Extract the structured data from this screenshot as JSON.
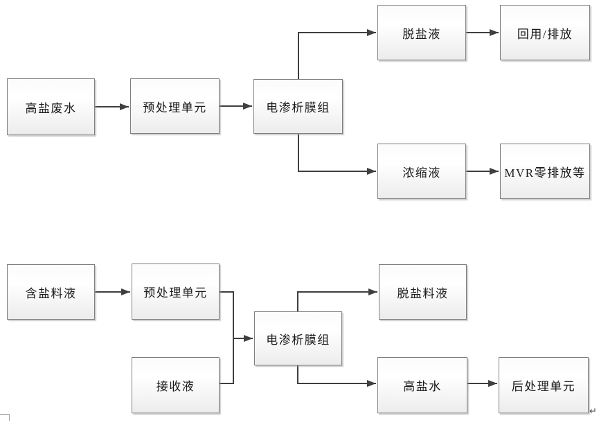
{
  "diagram": {
    "top_flow": {
      "nodes": {
        "feed": "高盐废水",
        "pretreat": "预处理单元",
        "ed_module": "电渗析膜组",
        "desalted": "脱盐液",
        "reuse": "回用/排放",
        "concentrate": "浓缩液",
        "mvr": "MVR零排放等"
      },
      "edges": [
        {
          "from": "feed",
          "to": "pretreat"
        },
        {
          "from": "pretreat",
          "to": "ed_module"
        },
        {
          "from": "ed_module",
          "to": "desalted"
        },
        {
          "from": "desalted",
          "to": "reuse"
        },
        {
          "from": "ed_module",
          "to": "concentrate"
        },
        {
          "from": "concentrate",
          "to": "mvr"
        }
      ]
    },
    "bottom_flow": {
      "nodes": {
        "feed": "含盐料液",
        "pretreat": "预处理单元",
        "receiver": "接收液",
        "ed_module": "电渗析膜组",
        "desalted_feed": "脱盐料液",
        "brine": "高盐水",
        "posttreat": "后处理单元"
      },
      "edges": [
        {
          "from": "feed",
          "to": "pretreat"
        },
        {
          "from": "pretreat",
          "to": "ed_module"
        },
        {
          "from": "receiver",
          "to": "ed_module"
        },
        {
          "from": "ed_module",
          "to": "desalted_feed"
        },
        {
          "from": "ed_module",
          "to": "brine"
        },
        {
          "from": "brine",
          "to": "posttreat"
        }
      ]
    },
    "marks": {
      "return_mark": "↵"
    },
    "colors": {
      "box_border": "#7f7f7f",
      "box_fill_top": "#fbfbfb",
      "box_fill_bottom": "#ececec",
      "box_shadow": "#a0a0a0",
      "connector": "#3f3f3f",
      "text": "#1a1a1a"
    }
  }
}
